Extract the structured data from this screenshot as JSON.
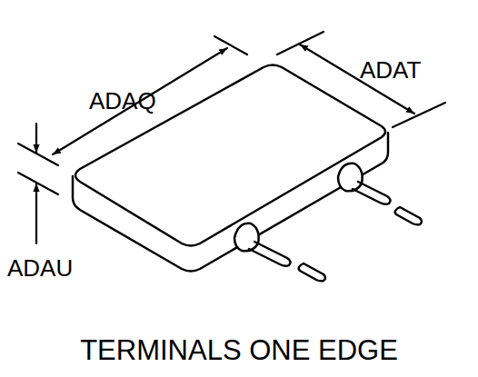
{
  "diagram": {
    "caption": "TERMINALS ONE EDGE",
    "labels": [
      "ADAQ",
      "ADAT",
      "ADAU"
    ]
  }
}
